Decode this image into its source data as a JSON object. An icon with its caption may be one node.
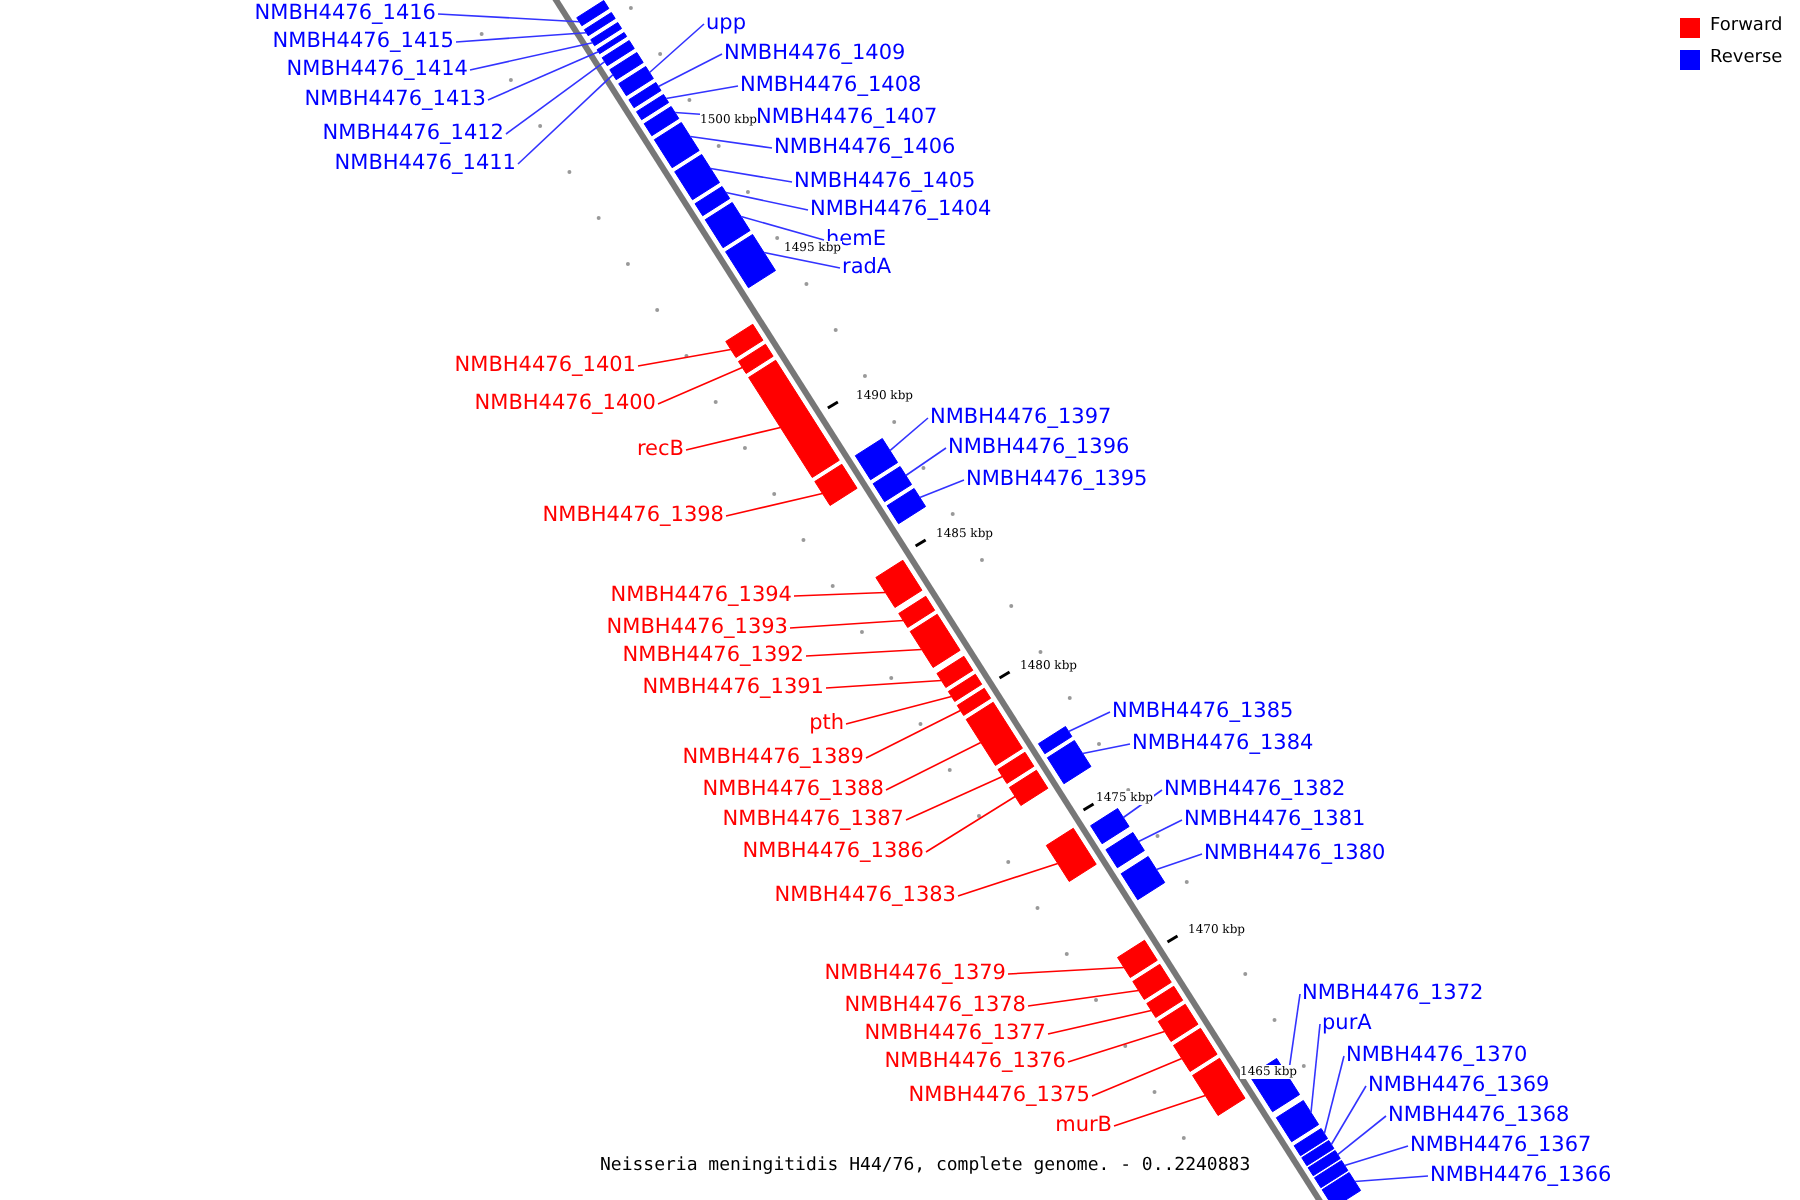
{
  "diagram": {
    "caption": "Neisseria meningitidis H44/76, complete genome. - 0..2240883",
    "nodes": [
      {
        "text": [
          "NMBH4476_1416"
        ]
      },
      {
        "text": [
          "NMBH4476_1415"
        ]
      },
      {
        "text": [
          "NMBH4476_1414"
        ]
      },
      {
        "text": [
          "NMBH4476_1413"
        ]
      },
      {
        "text": [
          "NMBH4476_1412"
        ]
      },
      {
        "text": [
          "NMBH4476_1411"
        ]
      },
      {
        "text": [
          "upp"
        ]
      },
      {
        "text": [
          "NMBH4476_1409"
        ]
      },
      {
        "text": [
          "NMBH4476_1408"
        ]
      },
      {
        "text": [
          "NMBH4476_1407"
        ]
      },
      {
        "text": [
          "NMBH4476_1406"
        ]
      },
      {
        "text": [
          "NMBH4476_1405"
        ]
      },
      {
        "text": [
          "NMBH4476_1404"
        ]
      },
      {
        "text": [
          "hemE"
        ]
      },
      {
        "text": [
          "radA"
        ]
      },
      {
        "text": [
          "NMBH4476_1401"
        ]
      },
      {
        "text": [
          "NMBH4476_1400"
        ]
      },
      {
        "text": [
          "recB"
        ]
      },
      {
        "text": [
          "NMBH4476_1397"
        ]
      },
      {
        "text": [
          "NMBH4476_1396"
        ]
      },
      {
        "text": [
          "NMBH4476_1395"
        ]
      },
      {
        "text": [
          "NMBH4476_1398"
        ]
      },
      {
        "text": [
          "NMBH4476_1394"
        ]
      },
      {
        "text": [
          "NMBH4476_1393"
        ]
      },
      {
        "text": [
          "NMBH4476_1392"
        ]
      },
      {
        "text": [
          "NMBH4476_1391"
        ]
      },
      {
        "text": [
          "NMBH4476_1385"
        ]
      },
      {
        "text": [
          "pth"
        ]
      },
      {
        "text": [
          "NMBH4476_1384"
        ]
      },
      {
        "text": [
          "NMBH4476_1389"
        ]
      },
      {
        "text": [
          "NMBH4476_1382"
        ]
      },
      {
        "text": [
          "NMBH4476_1388"
        ]
      },
      {
        "text": [
          "NMBH4476_1381"
        ]
      },
      {
        "text": [
          "NMBH4476_1387"
        ]
      },
      {
        "text": [
          "NMBH4476_1380"
        ]
      },
      {
        "text": [
          "NMBH4476_1386"
        ]
      },
      {
        "text": [
          "NMBH4476_1383"
        ]
      },
      {
        "text": [
          "NMBH4476_1379"
        ]
      },
      {
        "text": [
          "NMBH4476_1372"
        ]
      },
      {
        "text": [
          "NMBH4476_1378"
        ]
      },
      {
        "text": [
          "purA"
        ]
      },
      {
        "text": [
          "NMBH4476_1377"
        ]
      },
      {
        "text": [
          "NMBH4476_1370"
        ]
      },
      {
        "text": [
          "NMBH4476_1376"
        ]
      },
      {
        "text": [
          "NMBH4476_1369"
        ]
      },
      {
        "text": [
          "NMBH4476_1375"
        ]
      },
      {
        "text": [
          "NMBH4476_1368"
        ]
      },
      {
        "text": [
          "murB"
        ]
      },
      {
        "text": [
          "NMBH4476_1367"
        ]
      },
      {
        "text": [
          "NMBH4476_1366"
        ]
      },
      {
        "text": [],
        "shape": "bar"
      },
      {
        "text": [],
        "shape": "bar"
      },
      {
        "text": [],
        "shape": "bar"
      },
      {
        "text": [],
        "shape": "bar"
      },
      {
        "text": [],
        "shape": "bar"
      },
      {
        "text": [],
        "shape": "bar"
      },
      {
        "text": [],
        "shape": "bar"
      },
      {
        "text": [],
        "shape": "bar"
      },
      {
        "text": [],
        "shape": "bar"
      },
      {
        "text": [],
        "shape": "bar"
      },
      {
        "text": [],
        "shape": "bar"
      },
      {
        "text": [],
        "shape": "bar"
      },
      {
        "text": [],
        "shape": "bar"
      },
      {
        "text": [],
        "shape": "bar"
      },
      {
        "text": [],
        "shape": "bar"
      },
      {
        "text": [],
        "shape": "bar"
      },
      {
        "text": [],
        "shape": "bar"
      },
      {
        "text": [],
        "shape": "bar"
      },
      {
        "text": [],
        "shape": "bar"
      },
      {
        "text": [],
        "shape": "bar"
      },
      {
        "text": [],
        "shape": "bar"
      },
      {
        "text": [],
        "shape": "bar"
      },
      {
        "text": [],
        "shape": "bar"
      },
      {
        "text": [],
        "shape": "bar"
      },
      {
        "text": [],
        "shape": "bar"
      },
      {
        "text": [],
        "shape": "bar"
      },
      {
        "text": [],
        "shape": "bar"
      },
      {
        "text": [],
        "shape": "bar"
      },
      {
        "text": [],
        "shape": "bar"
      },
      {
        "text": [],
        "shape": "bar"
      },
      {
        "text": [],
        "shape": "bar"
      },
      {
        "text": [],
        "shape": "bar"
      },
      {
        "text": [],
        "shape": "bar"
      },
      {
        "text": [],
        "shape": "bar"
      },
      {
        "text": [],
        "shape": "bar"
      },
      {
        "text": [],
        "shape": "bar"
      },
      {
        "text": [],
        "shape": "bar"
      },
      {
        "text": [],
        "shape": "bar"
      },
      {
        "text": [],
        "shape": "bar"
      },
      {
        "text": [],
        "shape": "bar"
      },
      {
        "text": [],
        "shape": "bar"
      },
      {
        "text": [],
        "shape": "bar"
      },
      {
        "text": [],
        "shape": "bar"
      },
      {
        "text": [],
        "shape": "bar"
      },
      {
        "text": [],
        "shape": "bar"
      },
      {
        "text": [],
        "shape": "bar"
      },
      {
        "text": [],
        "shape": "bar"
      },
      {
        "text": [],
        "shape": "bar"
      },
      {
        "text": [],
        "shape": "bar"
      },
      {
        "text": [],
        "shape": "bar"
      }
    ],
    "edges": [
      {
        "from": 0,
        "to": 50,
        "arrow": "none"
      },
      {
        "from": 1,
        "to": 51,
        "arrow": "none"
      },
      {
        "from": 2,
        "to": 52,
        "arrow": "none"
      },
      {
        "from": 3,
        "to": 53,
        "arrow": "none"
      },
      {
        "from": 4,
        "to": 54,
        "arrow": "none"
      },
      {
        "from": 5,
        "to": 55,
        "arrow": "none"
      },
      {
        "from": 6,
        "to": 56,
        "arrow": "none"
      },
      {
        "from": 7,
        "to": 57,
        "arrow": "none"
      },
      {
        "from": 8,
        "to": 58,
        "arrow": "none"
      },
      {
        "from": 9,
        "to": 59,
        "arrow": "none"
      },
      {
        "from": 10,
        "to": 60,
        "arrow": "none"
      },
      {
        "from": 11,
        "to": 61,
        "arrow": "none"
      },
      {
        "from": 12,
        "to": 62,
        "arrow": "none"
      },
      {
        "from": 13,
        "to": 63,
        "arrow": "none"
      },
      {
        "from": 14,
        "to": 64,
        "arrow": "none"
      },
      {
        "from": 15,
        "to": 65,
        "arrow": "none",
        "color": "#ff0000"
      },
      {
        "from": 16,
        "to": 66,
        "arrow": "none",
        "color": "#ff0000"
      },
      {
        "from": 17,
        "to": 67,
        "arrow": "none",
        "color": "#ff0000"
      },
      {
        "from": 18,
        "to": 68,
        "arrow": "none"
      },
      {
        "from": 19,
        "to": 69,
        "arrow": "none"
      },
      {
        "from": 20,
        "to": 70,
        "arrow": "none"
      },
      {
        "from": 21,
        "to": 71,
        "arrow": "none",
        "color": "#ff0000"
      },
      {
        "from": 22,
        "to": 72,
        "arrow": "none",
        "color": "#ff0000"
      },
      {
        "from": 23,
        "to": 73,
        "arrow": "none",
        "color": "#ff0000"
      },
      {
        "from": 24,
        "to": 74,
        "arrow": "none",
        "color": "#ff0000"
      },
      {
        "from": 25,
        "to": 75,
        "arrow": "none",
        "color": "#ff0000"
      },
      {
        "from": 26,
        "to": 76,
        "arrow": "none"
      },
      {
        "from": 27,
        "to": 77,
        "arrow": "none",
        "color": "#ff0000"
      },
      {
        "from": 28,
        "to": 78,
        "arrow": "none"
      },
      {
        "from": 29,
        "to": 79,
        "arrow": "none",
        "color": "#ff0000"
      },
      {
        "from": 30,
        "to": 80,
        "arrow": "none"
      },
      {
        "from": 31,
        "to": 81,
        "arrow": "none",
        "color": "#ff0000"
      },
      {
        "from": 32,
        "to": 82,
        "arrow": "none"
      },
      {
        "from": 33,
        "to": 83,
        "arrow": "none",
        "color": "#ff0000"
      },
      {
        "from": 34,
        "to": 84,
        "arrow": "none"
      },
      {
        "from": 35,
        "to": 85,
        "arrow": "none",
        "color": "#ff0000"
      },
      {
        "from": 36,
        "to": 86,
        "arrow": "none",
        "color": "#ff0000"
      },
      {
        "from": 37,
        "to": 87,
        "arrow": "none",
        "color": "#ff0000"
      },
      {
        "from": 38,
        "to": 88,
        "arrow": "none"
      },
      {
        "from": 39,
        "to": 89,
        "arrow": "none",
        "color": "#ff0000"
      },
      {
        "from": 40,
        "to": 90,
        "arrow": "none"
      },
      {
        "from": 41,
        "to": 91,
        "arrow": "none",
        "color": "#ff0000"
      },
      {
        "from": 42,
        "to": 92,
        "arrow": "none"
      },
      {
        "from": 43,
        "to": 93,
        "arrow": "none",
        "color": "#ff0000"
      },
      {
        "from": 44,
        "to": 94,
        "arrow": "none"
      },
      {
        "from": 45,
        "to": 95,
        "arrow": "none",
        "color": "#ff0000"
      },
      {
        "from": 46,
        "to": 96,
        "arrow": "none"
      },
      {
        "from": 47,
        "to": 97,
        "arrow": "none",
        "color": "#ff0000"
      },
      {
        "from": 48,
        "to": 98,
        "arrow": "none"
      },
      {
        "from": 49,
        "to": 99,
        "arrow": "none"
      }
    ],
    "labels": [
      "1500 kbp",
      "1495 kbp",
      "1490 kbp",
      "1485 kbp",
      "1480 kbp",
      "1475 kbp",
      "1470 kbp",
      "1465 kbp"
    ],
    "legend": [
      {
        "text": "Forward",
        "color": "#ff0000"
      },
      {
        "text": "Reverse",
        "color": "#0000ff"
      }
    ]
  }
}
